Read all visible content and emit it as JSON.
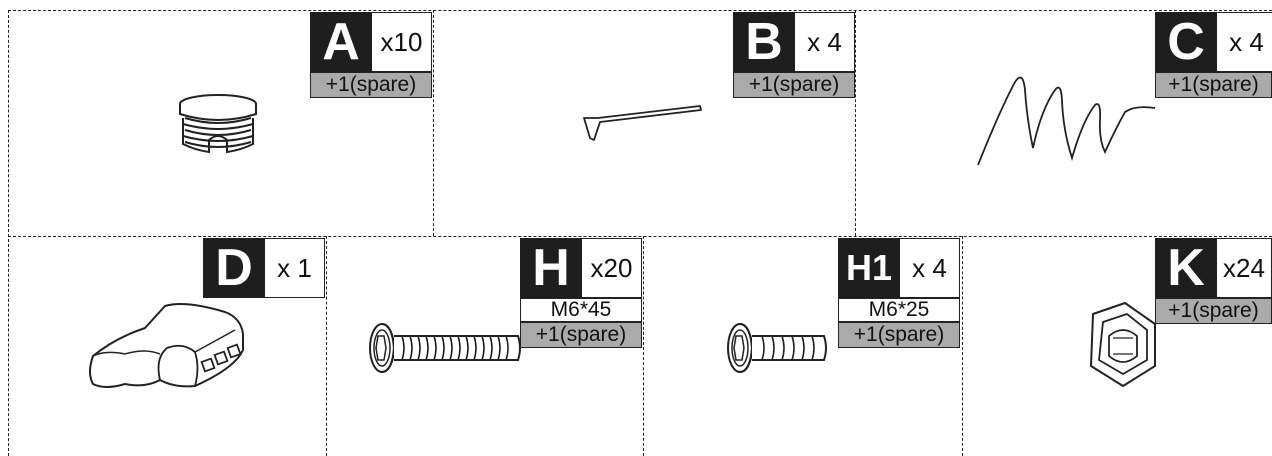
{
  "parts": [
    {
      "id": "A",
      "letter": "A",
      "qty": "x10",
      "spare": "+1(spare)",
      "icon": "end-cap-icon"
    },
    {
      "id": "B",
      "letter": "B",
      "qty": "x 4",
      "spare": "+1(spare)",
      "icon": "allen-key-icon"
    },
    {
      "id": "C",
      "letter": "C",
      "qty": "x 4",
      "spare": "+1(spare)",
      "icon": "spring-icon"
    },
    {
      "id": "D",
      "letter": "D",
      "qty": "x 1",
      "icon": "connector-block-icon"
    },
    {
      "id": "H",
      "letter": "H",
      "qty": "x20",
      "spec": "M6*45",
      "spare": "+1(spare)",
      "icon": "long-bolt-icon"
    },
    {
      "id": "H1",
      "letter": "H1",
      "qty": "x 4",
      "spec": "M6*25",
      "spare": "+1(spare)",
      "icon": "short-bolt-icon"
    },
    {
      "id": "K",
      "letter": "K",
      "qty": "x24",
      "spare": "+1(spare)",
      "icon": "hex-nut-icon"
    }
  ]
}
